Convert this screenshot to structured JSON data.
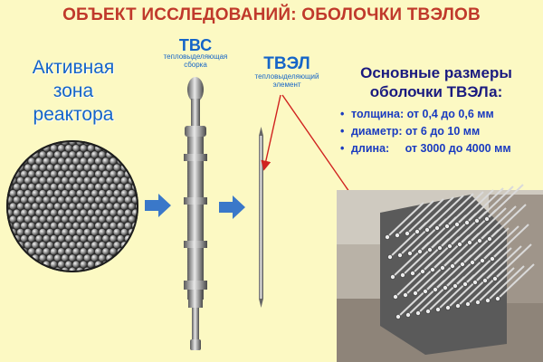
{
  "slide": {
    "title": "ОБЪЕКТ ИССЛЕДОВАНИЙ: ОБОЛОЧКИ ТВЭЛОВ",
    "core_label": "Активная\nзона\nреактора",
    "tvs": {
      "label": "ТВС",
      "sub": "тепловыделяющая\nсборка"
    },
    "tvel": {
      "label": "ТВЭЛ",
      "sub": "тепловыделяющий\nэлемент"
    },
    "dimensions": {
      "title": "Основные размеры\nоболочки ТВЭЛа:",
      "items": [
        {
          "bullet": "•",
          "text": "толщина: от 0,4 до 0,6 мм"
        },
        {
          "bullet": "•",
          "text": "диаметр: от 6 до 10 мм"
        },
        {
          "bullet": "•",
          "text": "длина:     от 3000 до 4000 мм"
        }
      ]
    },
    "colors": {
      "background": "#FCF9C3",
      "title": "#C0392B",
      "labels": "#1565C8",
      "arrows": "#3A78C9",
      "pointer": "#D0221F"
    }
  }
}
